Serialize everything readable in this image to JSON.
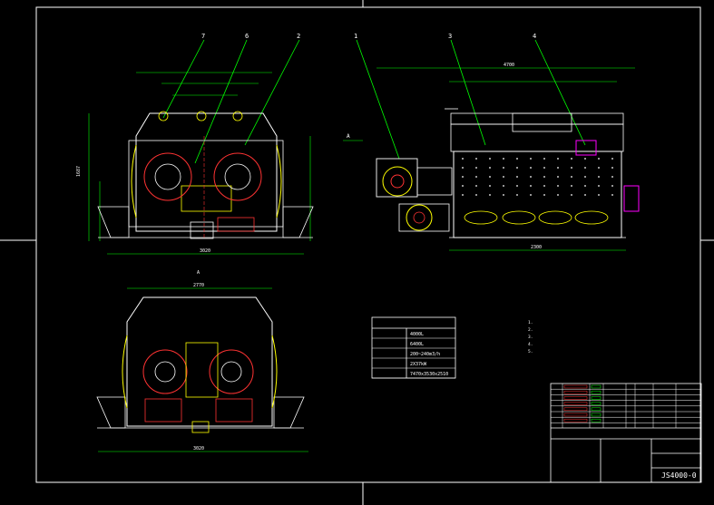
{
  "drawing": {
    "callouts": {
      "front": [
        "7",
        "6",
        "2"
      ],
      "side": [
        "1",
        "3",
        "4"
      ]
    },
    "view_arrow_label": "A",
    "plan_view_label": "A",
    "dims": {
      "front_total_width": "3020",
      "front_height": "1687",
      "plan_width": "2770",
      "plan_base": "3020",
      "side_length": "4700",
      "side_base": "2300"
    },
    "spec_table": {
      "rows": [
        {
          "k": "",
          "v": "4000L"
        },
        {
          "k": "",
          "v": "6400L"
        },
        {
          "k": "",
          "v": "200~240m3/h"
        },
        {
          "k": "",
          "v": "2X37kW"
        },
        {
          "k": "",
          "v": "7470x3530x2510"
        }
      ]
    },
    "notes_title": "",
    "notes": [
      "1.",
      "2.",
      "3.",
      "4.",
      "5."
    ],
    "title_block": {
      "drawing_number": "JS4000-0"
    }
  },
  "colors": {
    "background": "#000000",
    "outline": "#ffffff",
    "dimension": "#00ff00",
    "detail": "#ff3b3b",
    "accent": "#ffff00",
    "hidden": "#ff00ff"
  }
}
